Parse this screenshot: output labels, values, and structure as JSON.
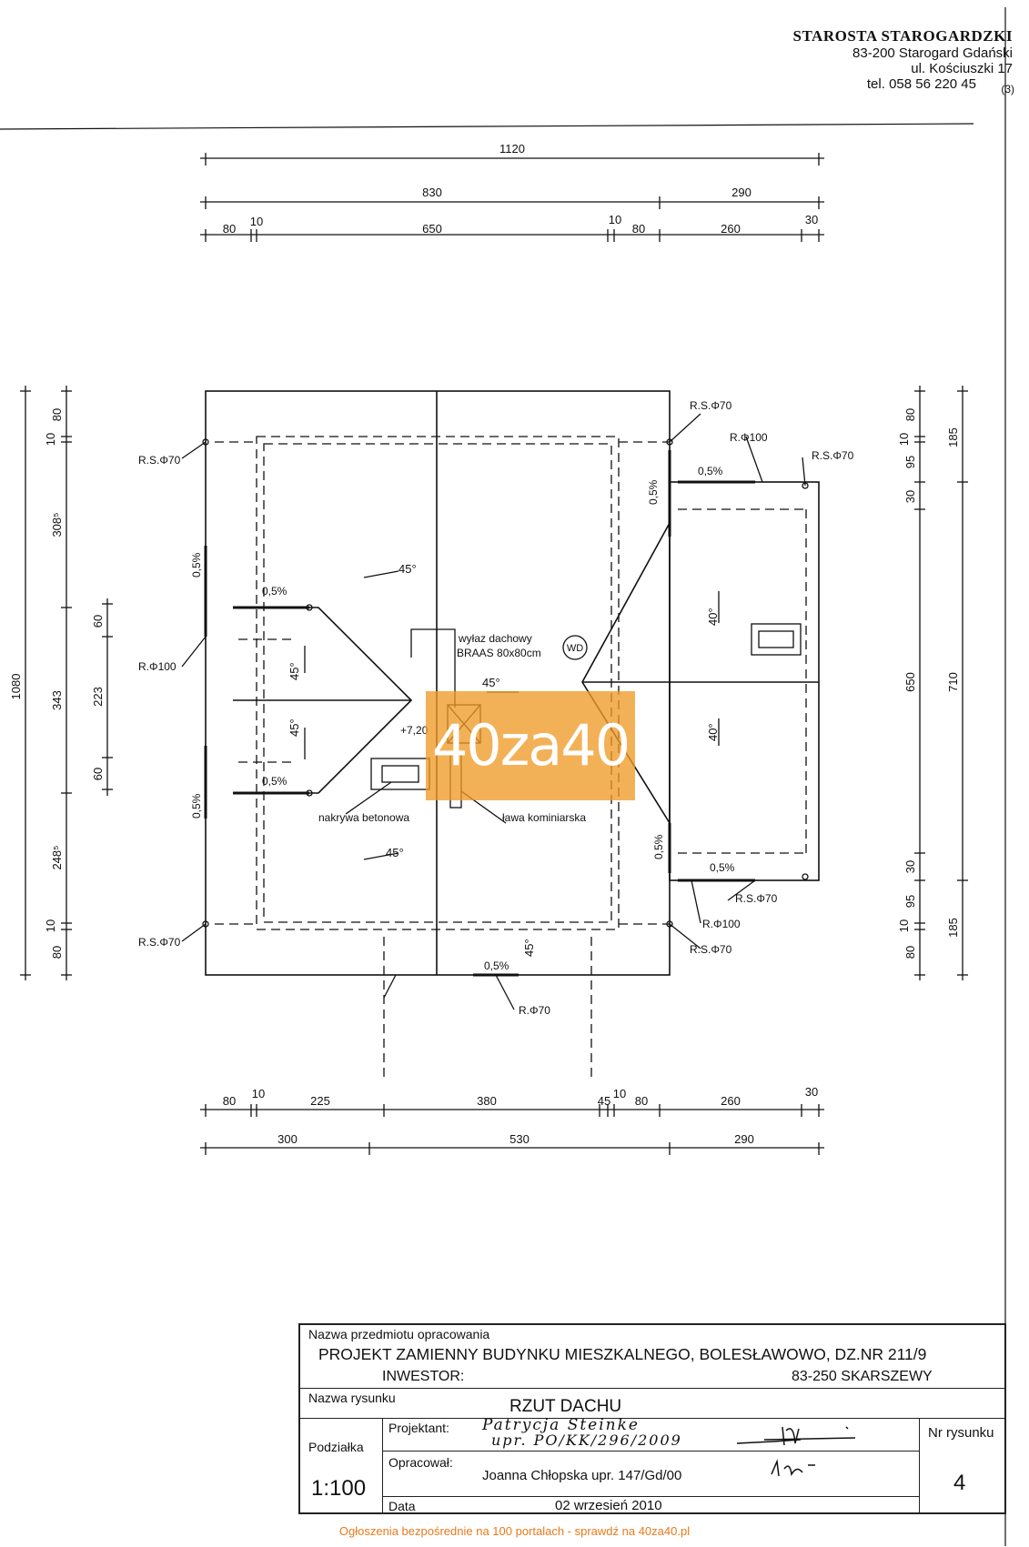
{
  "stamp": {
    "title": "STAROSTA STAROGARDZKI",
    "line1": "83-200 Starogard Gdański",
    "line2": "ul. Kościuszki 17",
    "line3": "tel. 058 56 220 45",
    "num": "(3)"
  },
  "dims": {
    "top_overall": "1120",
    "top_a": "830",
    "top_b": "290",
    "top_c": [
      "80",
      "10",
      "650",
      "10",
      "80",
      "260",
      "30"
    ],
    "bottom_a": [
      "80",
      "10",
      "225",
      "380",
      "45",
      "10",
      "80",
      "260",
      "30"
    ],
    "bottom_b": [
      "300",
      "530",
      "290"
    ],
    "left_overall": "1080",
    "left_a": [
      "80",
      "10",
      "308⁵",
      "343",
      "248⁵",
      "10",
      "80"
    ],
    "left_b": [
      "60",
      "223",
      "60"
    ],
    "right_a": [
      "80",
      "10",
      "95",
      "30",
      "650",
      "30",
      "95",
      "10",
      "80"
    ],
    "right_b": [
      "185",
      "710",
      "185"
    ]
  },
  "labels": {
    "rs70": "R.S.Φ70",
    "r100": "R.Φ100",
    "r70": "R.Φ70",
    "slope_05": "0,5%",
    "angle_45": "45°",
    "angle_40": "40°",
    "elev": "+7,20",
    "hatch_title": "wyłaz dachowy",
    "hatch_type": "BRAAS 80x80cm",
    "wd": "WD",
    "chimney_cap": "nakrywa betonowa",
    "chimney_bench": "ława kominiarska"
  },
  "title_block": {
    "subject_label": "Nazwa przedmiotu opracowania",
    "project": "PROJEKT ZAMIENNY BUDYNKU MIESZKALNEGO, BOLESŁAWOWO, DZ.NR 211/9",
    "investor_label": "INWESTOR:",
    "investor_addr": "83-250 SKARSZEWY",
    "drawing_label": "Nazwa rysunku",
    "drawing_name": "RZUT DACHU",
    "scale_label": "Podziałka",
    "scale": "1:100",
    "designer_label": "Projektant:",
    "designer_sign1": "Patrycja Steinke",
    "designer_sign2": "upr. PO/KK/296/2009",
    "prepared_label": "Opracował:",
    "prepared_by": "Joanna Chłopska upr. 147/Gd/00",
    "date_label": "Data",
    "date": "02 wrzesień 2010",
    "sheet_label": "Nr rysunku",
    "sheet_no": "4"
  },
  "watermark": "40za40",
  "footer": "Ogłoszenia bezpośrednie na 100 portalach - sprawdź na 40za40.pl"
}
